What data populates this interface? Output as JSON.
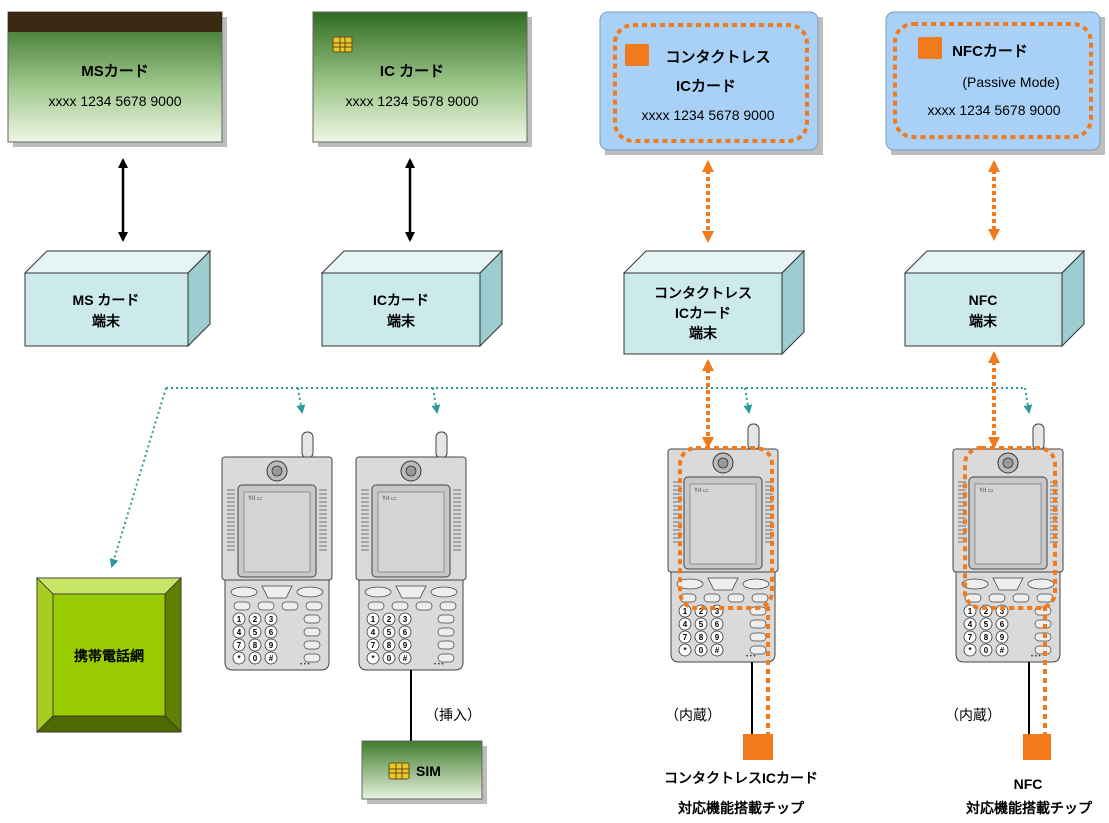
{
  "cards": [
    {
      "id": "ms",
      "title": "MSカード",
      "subtitle": "",
      "number": "xxxx 1234 5678 9000",
      "style": "green",
      "chip": "stripe"
    },
    {
      "id": "ic",
      "title": "IC カード",
      "subtitle": "",
      "number": "xxxx 1234 5678 9000",
      "style": "green",
      "chip": "contact"
    },
    {
      "id": "contactless",
      "title": "コンタクトレス",
      "title2": "ICカード",
      "number": "xxxx 1234 5678 9000",
      "style": "blue",
      "chip": "antenna"
    },
    {
      "id": "nfc",
      "title": "NFCカード",
      "subtitle": "(Passive Mode)",
      "number": "xxxx 1234 5678 9000",
      "style": "blue",
      "chip": "antenna"
    }
  ],
  "terminals": [
    {
      "id": "ms",
      "lines": [
        "MS カード",
        "端末"
      ]
    },
    {
      "id": "ic",
      "lines": [
        "ICカード",
        "端末"
      ]
    },
    {
      "id": "contactless",
      "lines": [
        "コンタクトレス",
        "ICカード",
        "端末"
      ]
    },
    {
      "id": "nfc",
      "lines": [
        "NFC",
        "端末"
      ]
    }
  ],
  "network": {
    "label": "携帯電話網"
  },
  "sim": {
    "label": "SIM",
    "insert_label": "（挿入）"
  },
  "phones": [
    {
      "id": "phone-1",
      "note": ""
    },
    {
      "id": "phone-2",
      "note": ""
    },
    {
      "id": "phone-3",
      "note": "（内蔵）",
      "chip_lines": [
        "コンタクトレスICカード",
        "対応機能搭載チップ"
      ]
    },
    {
      "id": "phone-4",
      "note": "（内蔵）",
      "chip_lines": [
        "NFC",
        "対応機能搭載チップ"
      ]
    }
  ],
  "keypad": [
    "1",
    "2",
    "3",
    "4",
    "5",
    "6",
    "7",
    "8",
    "9",
    "*",
    "0",
    "#"
  ],
  "colors": {
    "card_green_top": "#2f6b21",
    "card_green_bottom": "#eef6e4",
    "card_blue": "#a9d1f7",
    "terminal": "#cce9ec",
    "orange": "#f07a1c",
    "teal": "#2a9a9a",
    "network_green": "#99cc00",
    "phone_gray": "#d8d8d8"
  }
}
